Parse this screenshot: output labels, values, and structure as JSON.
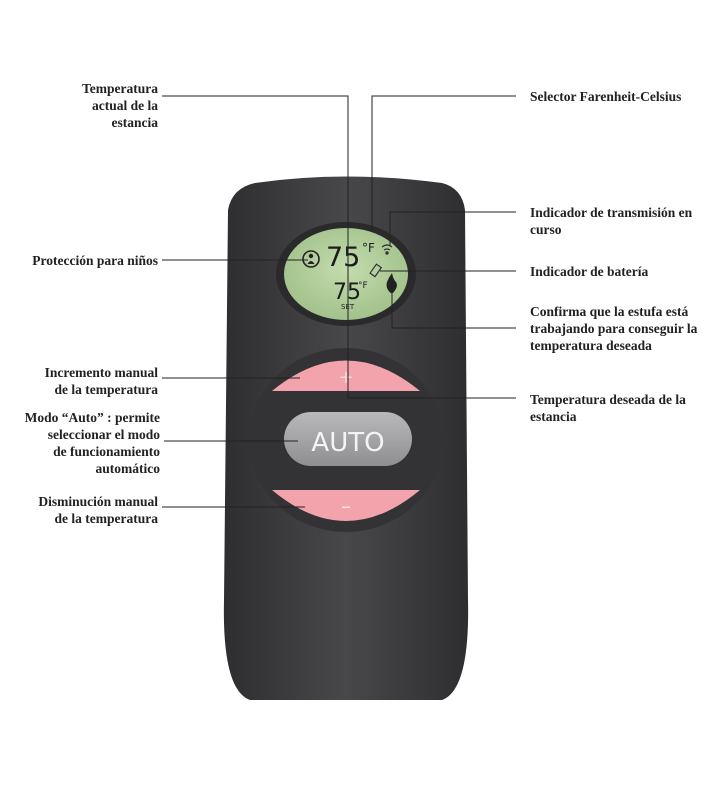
{
  "display": {
    "current_temp": "75",
    "current_unit": "°F",
    "set_temp": "75",
    "set_unit": "°F",
    "set_label": "SET"
  },
  "buttons": {
    "increase_symbol": "+",
    "auto_label": "AUTO",
    "decrease_symbol": "–"
  },
  "labels": {
    "current_temp": "Temperatura\nactual de la\nestancia",
    "child_lock": "Protección para niños",
    "manual_increase": "Incremento manual\nde la temperatura",
    "auto_mode": "Modo “Auto” : permite\nseleccionar el modo\nde funcionamiento\nautomático",
    "manual_decrease": "Disminución manual\nde la temperatura",
    "unit_selector": "Selector Farenheit-Celsius",
    "transmission": "Indicador de transmisión en\ncurso",
    "battery": "Indicador de batería",
    "stove_working": "Confirma que la estufa está\ntrabajando para conseguir la\ntemperatura deseada",
    "desired_temp": "Temperatura deseada de la\nestancia"
  },
  "colors": {
    "body": "#3d3d3f",
    "lcd": "#b8d2a0",
    "button_pink": "#f2a3ab",
    "auto_button": "#a7a7a9"
  },
  "icons": [
    "child-lock-icon",
    "transmission-icon",
    "battery-icon",
    "flame-icon"
  ]
}
